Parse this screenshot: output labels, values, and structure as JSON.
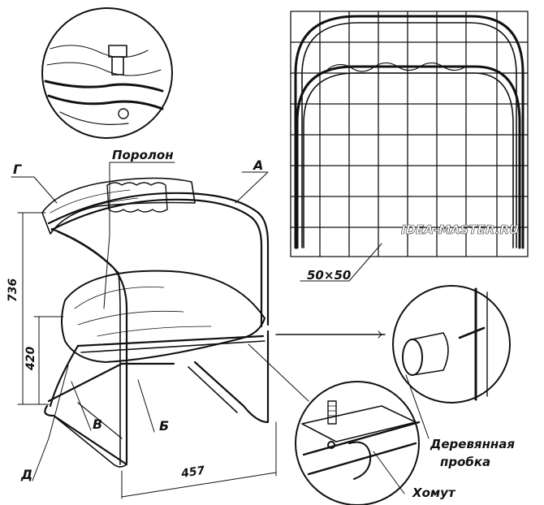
{
  "labels": {
    "porolon": "Поролон",
    "a": "А",
    "g": "Г",
    "b": "Б",
    "v": "В",
    "d": "Д",
    "grid": "50×50",
    "cork_line1": "Деревянная",
    "cork_line2": "пробка",
    "clamp": "Хомут"
  },
  "dimensions": {
    "height_total": "736",
    "height_seat": "420",
    "width": "457"
  },
  "watermark": "IDEA-MASTER.RU",
  "colors": {
    "ink": "#111111",
    "paper": "#ffffff"
  }
}
